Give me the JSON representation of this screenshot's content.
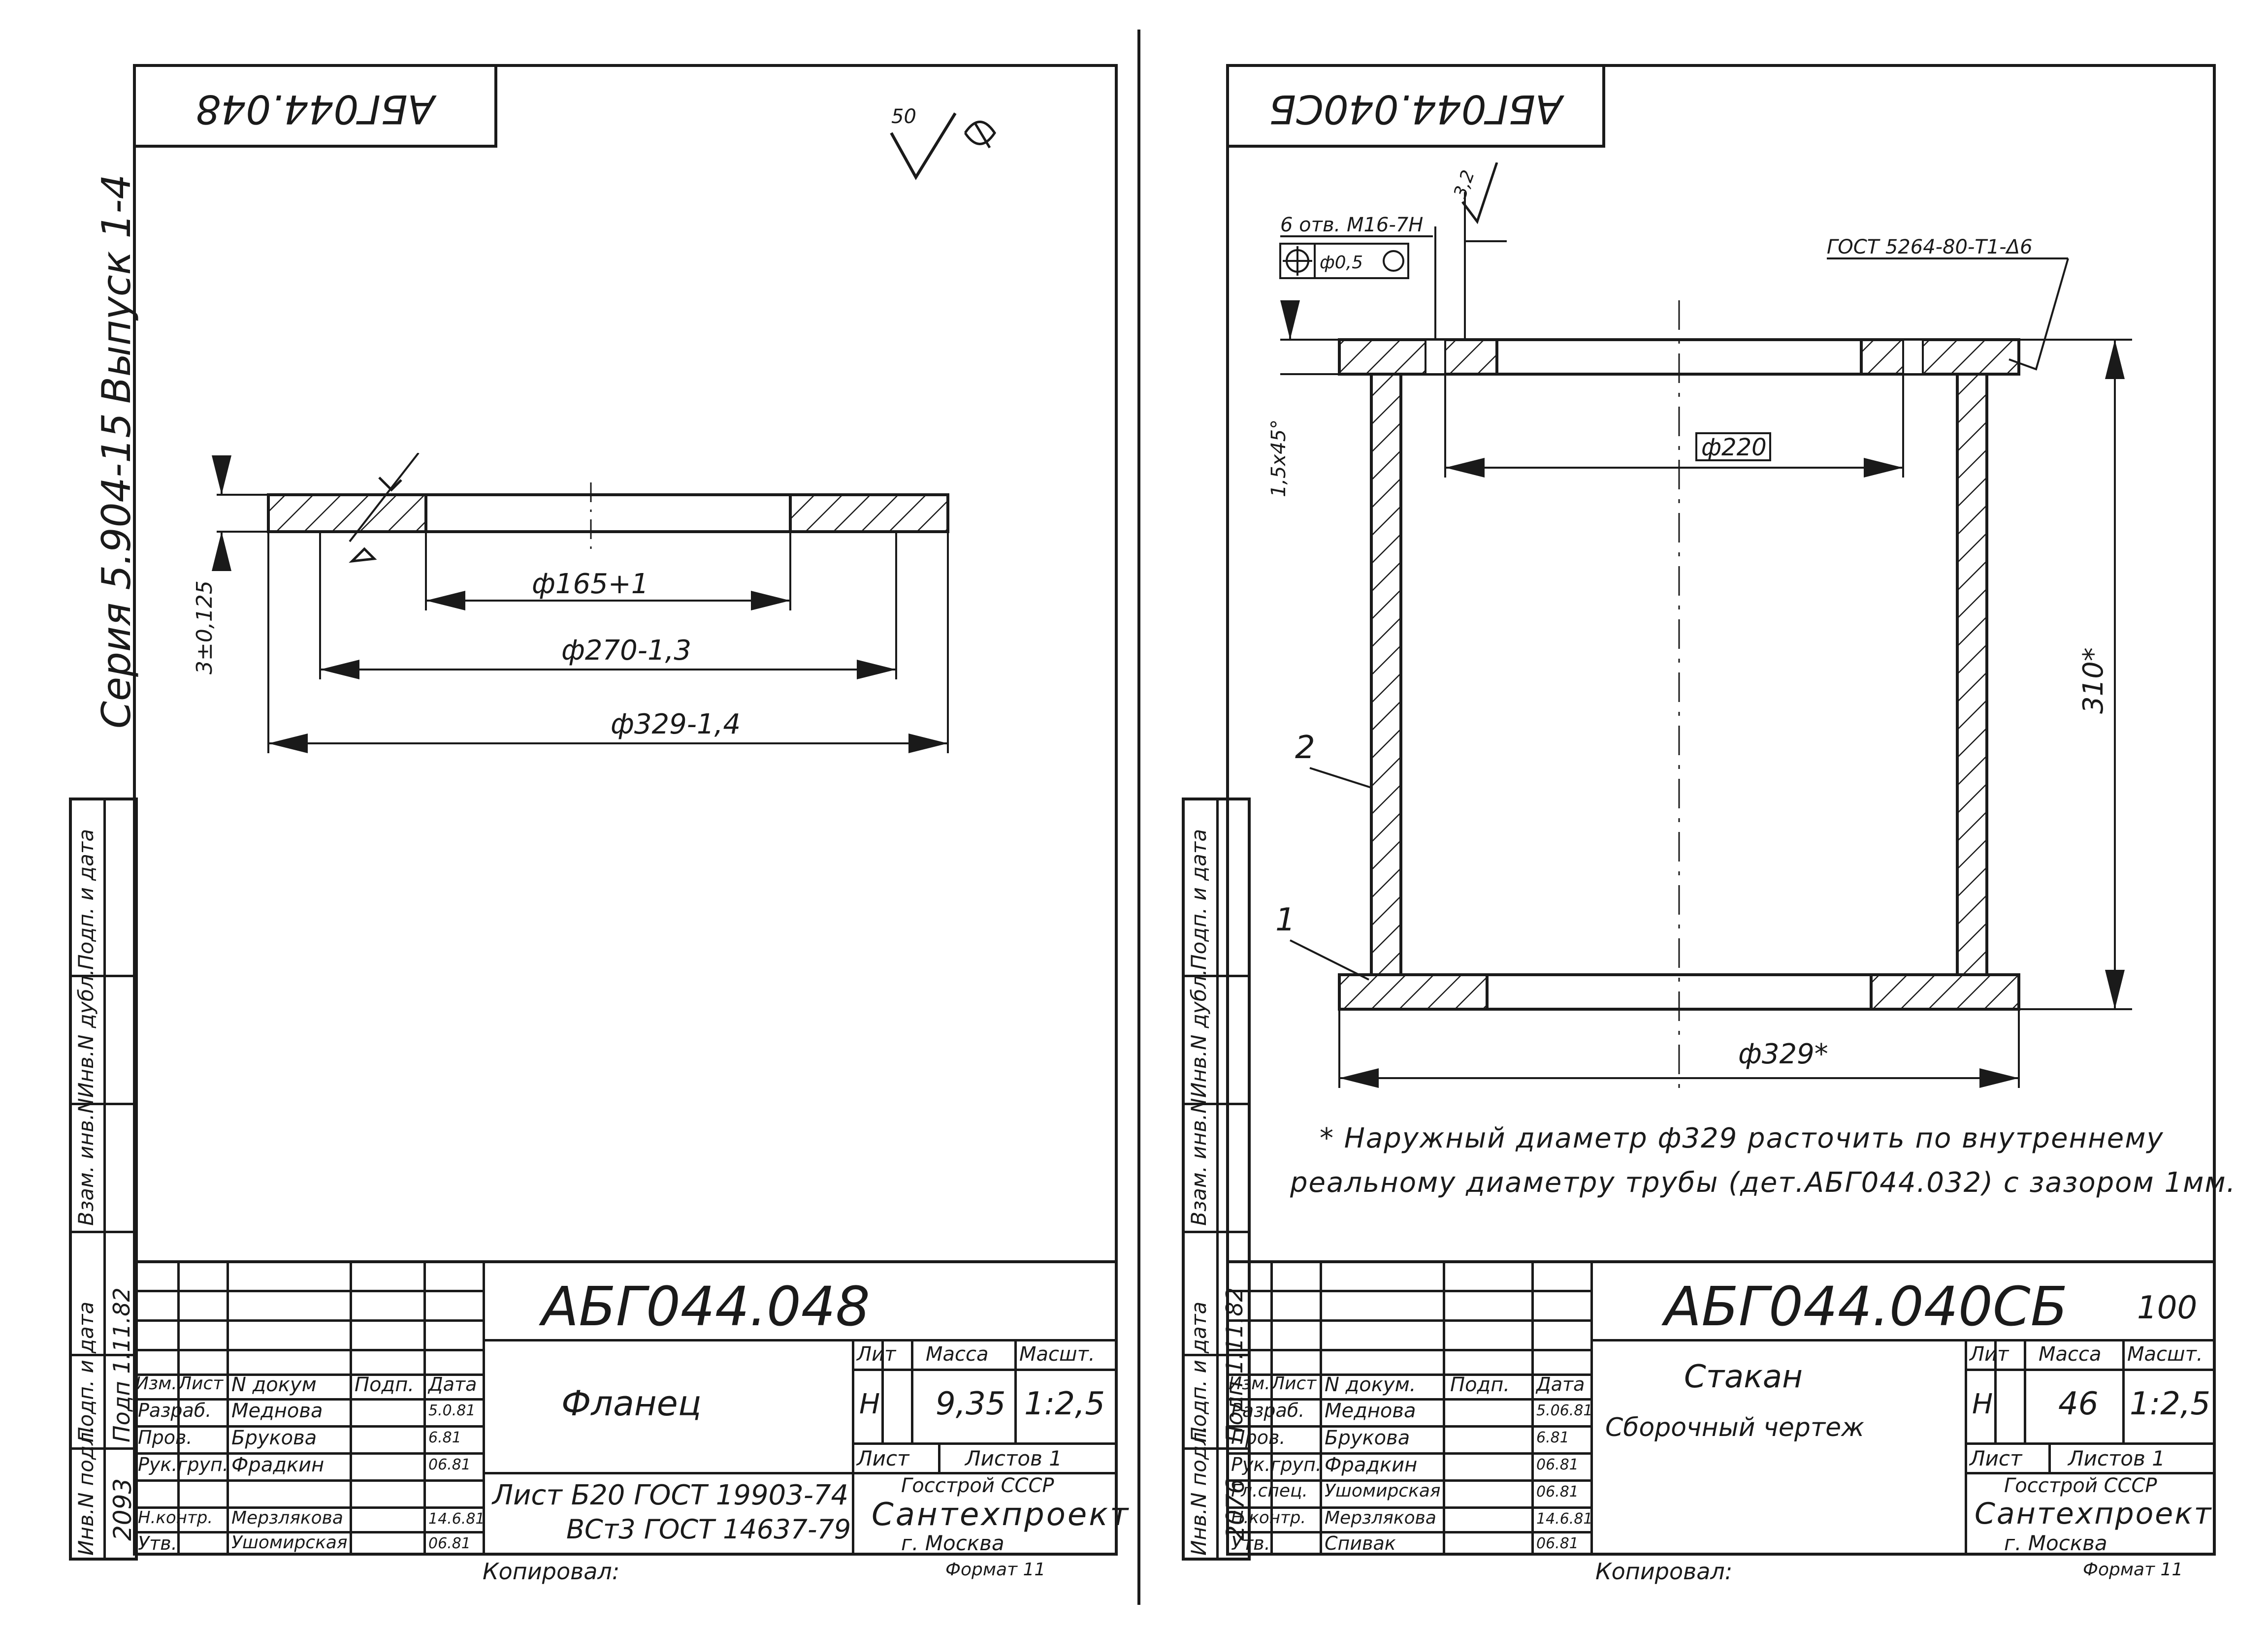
{
  "left_sheet": {
    "top_code": "АБГ044.048",
    "roughness": "50",
    "series": "Серия 5.904-15",
    "issue": "Выпуск 1-4",
    "dims": {
      "bore": "ф165+1",
      "middle": "ф270-1,3",
      "outer": "ф329-1,4",
      "thickness": "3±0,125"
    },
    "stamp": {
      "designation": "АБГ044.048",
      "name": "Фланец",
      "material_line1": "Лист Б20 ГОСТ 19903-74",
      "material_line2": "ВСт3 ГОСТ 14637-79",
      "head_izm": "Изм.",
      "head_list": "Лист",
      "head_doc": "N докум",
      "head_sign": "Подп.",
      "head_date": "Дата",
      "roles": [
        "Разраб.",
        "Пров.",
        "Рук.груп.",
        "",
        "Н.контр.",
        "Утв."
      ],
      "names": [
        "Меднова",
        "Брукова",
        "Фрадкин",
        "",
        "Мерзлякова",
        "Ушомирская"
      ],
      "dates": [
        "5.0.81",
        "6.81",
        "06.81",
        "",
        "14.6.81",
        "06.81"
      ],
      "lit_label": "Лит",
      "lit_value": "Н",
      "mass_label": "Масса",
      "mass_value": "9,35",
      "scale_label": "Масшт.",
      "scale_value": "1:2,5",
      "sheet_label": "Лист",
      "sheets_label": "Листов 1",
      "org1": "Госстрой СССР",
      "org2": "Сантехпроект",
      "org3": "г. Москва"
    },
    "side": {
      "inv": "Инв.N подл.",
      "podp": "Подп. и дата",
      "vzam": "Взам. инв.N",
      "invd": "Инв.N дубл.",
      "podp2": "Подп. и дата",
      "inv_no": "2093",
      "date": "Подп 1.11.82"
    },
    "copied": "Копировал:",
    "format": "Формат 11"
  },
  "right_sheet": {
    "top_code": "АБГ044.040СБ",
    "roughness": "3,2",
    "holes": "6 отв. М16-7Н",
    "tolerance": "ф0,5",
    "weld": "ГОСТ 5264-80-Т1-Δ6",
    "chamfer": "1,5х45°",
    "dims": {
      "inner": "ф220",
      "outer": "ф329*",
      "height": "310*"
    },
    "positions": [
      "2",
      "1"
    ],
    "note_line1": "* Наружный диаметр ф329  расточить по внутреннему",
    "note_line2": "реальному диаметру трубы (дет.АБГ044.032) с зазором 1мм.",
    "stamp": {
      "designation": "АБГ044.040СБ",
      "code_suffix": "100",
      "name1": "Стакан",
      "name2": "Сборочный чертеж",
      "head_izm": "Изм.",
      "head_list": "Лист",
      "head_doc": "N докум.",
      "head_sign": "Подп.",
      "head_date": "Дата",
      "roles": [
        "Разраб.",
        "Пров.",
        "Рук.груп.",
        "Гл.спец.",
        "Н.контр.",
        "Утв."
      ],
      "names": [
        "Меднова",
        "Брукова",
        "Фрадкин",
        "Ушомирская",
        "Мерзлякова",
        "Спивак"
      ],
      "dates": [
        "5.06.81",
        "6.81",
        "06.81",
        "06.81",
        "14.6.81",
        "06.81"
      ],
      "lit_label": "Лит",
      "lit_value": "Н",
      "mass_label": "Масса",
      "mass_value": "46",
      "scale_label": "Масшт.",
      "scale_value": "1:2,5",
      "sheet_label": "Лист",
      "sheets_label": "Листов 1",
      "org1": "Госстрой СССР",
      "org2": "Сантехпроект",
      "org3": "г. Москва"
    },
    "side": {
      "inv": "Инв.N подл.",
      "podp": "Подп. и дата",
      "vzam": "Взам. инв.N",
      "invd": "Инв.N дубл.",
      "podp2": "Подп. и дата",
      "inv_no": "2076",
      "date": "Подп 1.11.82"
    },
    "copied": "Копировал:",
    "format": "Формат 11"
  }
}
